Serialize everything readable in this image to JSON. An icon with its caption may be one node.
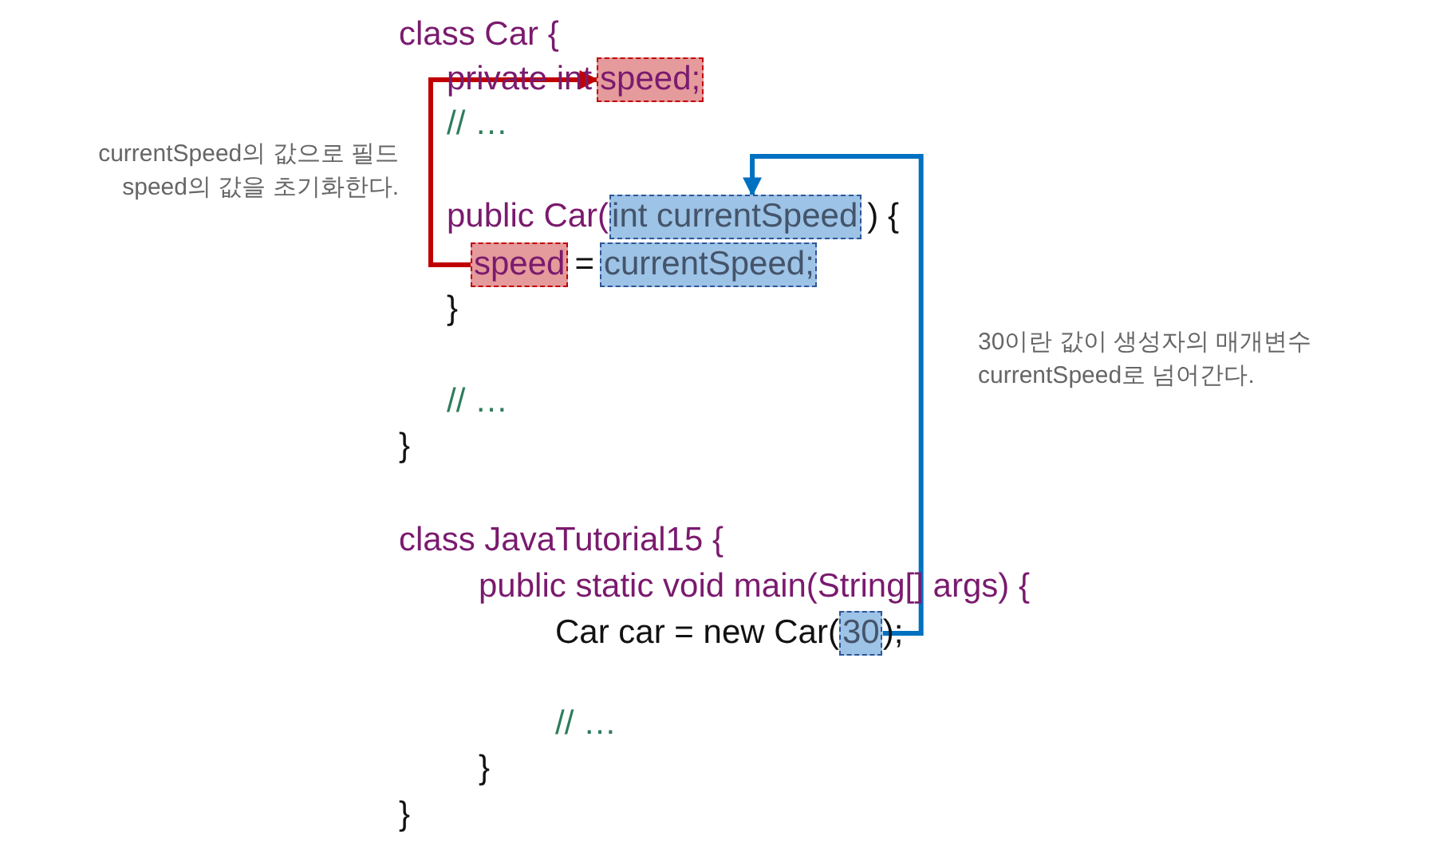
{
  "diagram": {
    "nodes": [
      {
        "text": [
          "speed;"
        ]
      },
      {
        "text": [
          "speed"
        ]
      },
      {
        "text": [
          "int currentSpeed"
        ]
      },
      {
        "text": [
          "currentSpeed;"
        ]
      },
      {
        "text": [
          "30"
        ]
      }
    ],
    "edges": [
      {
        "from": 1,
        "to": 0,
        "arrow": "to",
        "color": "#c00000"
      },
      {
        "from": 4,
        "to": 2,
        "arrow": "to",
        "color": "#0070c0"
      }
    ],
    "labels": [
      "class Car {",
      "private int",
      "// …",
      "public Car(",
      ") {",
      "=",
      "}",
      "// …",
      "}",
      "class JavaTutorial15 {",
      "public static void main(String[] args) {",
      "Car car = new Car(",
      ");",
      "// …",
      "}",
      "}",
      "currentSpeed의 값으로 필드 speed의 값을 초기화한다.",
      "30이란 값이 생성자의 매개변수 currentSpeed로 넘어간다."
    ]
  }
}
